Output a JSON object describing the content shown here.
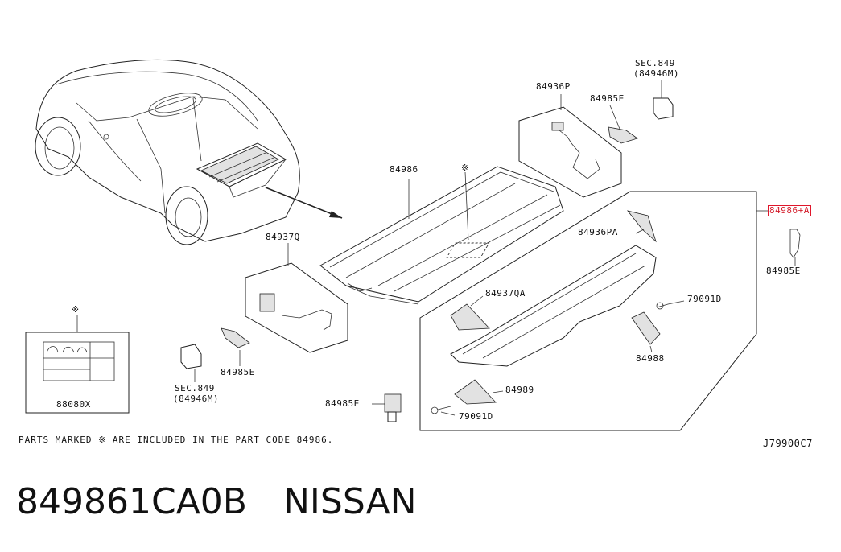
{
  "labels": {
    "sec849_top": "SEC.849",
    "sec849_top_sub": "(84946M)",
    "p84936P": "84936P",
    "p84985E_top": "84985E",
    "p84986": "84986",
    "mark_center": "※",
    "p84986A": "84986+A",
    "p84936PA": "84936PA",
    "p84985E_right": "84985E",
    "p84937Q": "84937Q",
    "p84937QA": "84937QA",
    "p79091D_upper": "79091D",
    "p84988": "84988",
    "p84989": "84989",
    "p79091D_lower": "79091D",
    "p84985E_bottom": "84985E",
    "mark_left": "※",
    "p88080X": "88080X",
    "sec849_bottom": "SEC.849",
    "sec849_bottom_sub": "(84946M)",
    "p84985E_mid": "84985E"
  },
  "footnote": "PARTS MARKED ※ ARE INCLUDED IN THE PART CODE 84986.",
  "diagram_code": "J79900C7",
  "part_number": "849861CA0B",
  "brand": "NISSAN",
  "colors": {
    "highlight": "#e0162b",
    "line": "#222222"
  }
}
